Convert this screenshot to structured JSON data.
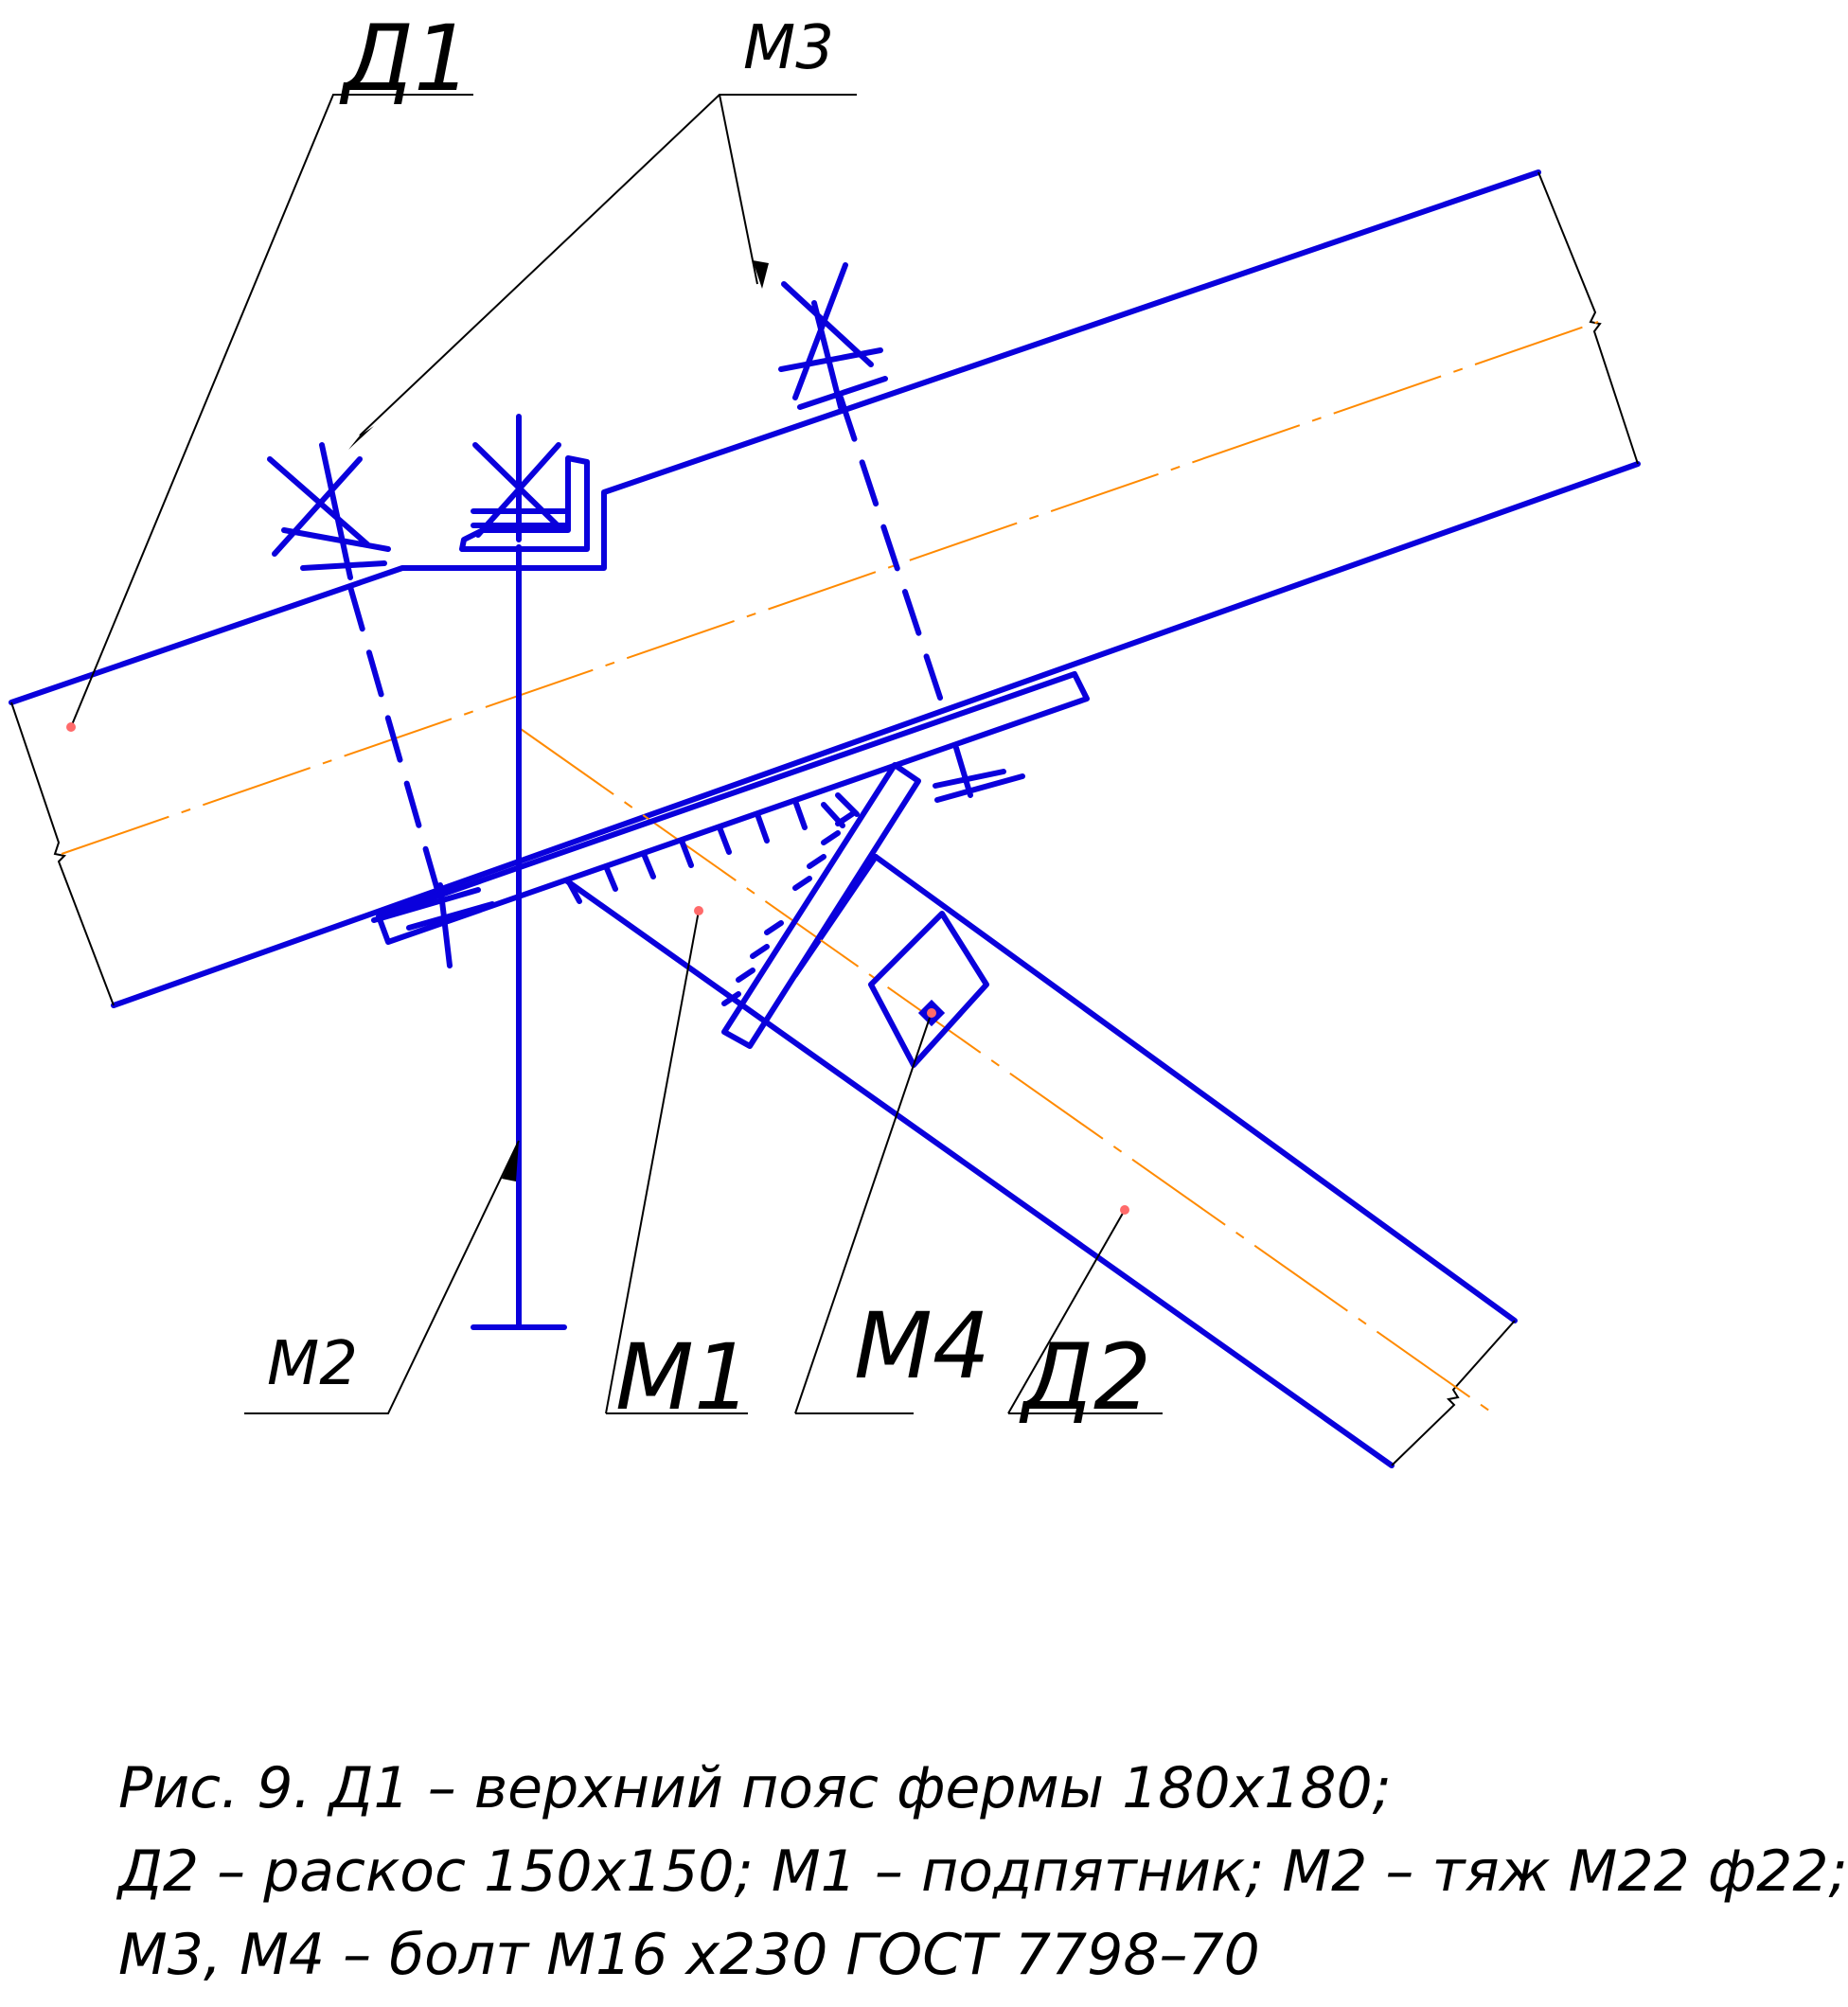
{
  "labels": {
    "d1": "Д1",
    "m3": "М3",
    "m2": "М2",
    "m1": "М1",
    "m4": "М4",
    "d2": "Д2"
  },
  "caption": {
    "line1": "Рис. 9.    Д1 – верхний пояс фермы 180х180;",
    "line2": "Д2 – раскос 150х150; М1 – подпятник; М2 – тяж М22 ф22;",
    "line3": "М3, М4 – болт М16 х230 ГОСТ 7798–70"
  },
  "colors": {
    "parts": "#0a00dc",
    "axis": "#ff8a00",
    "leader": "#000000",
    "point": "#ff6a6a"
  }
}
